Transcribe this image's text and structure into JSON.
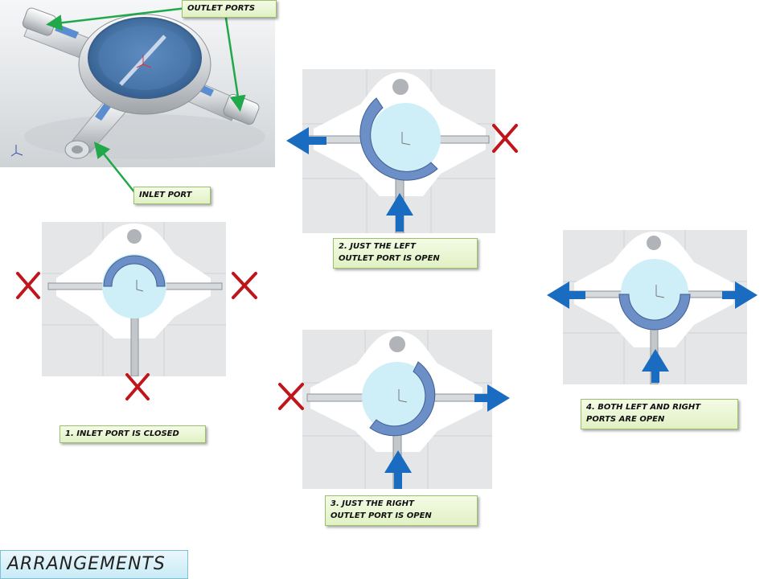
{
  "labels": {
    "outlet_ports": "OUTLET PORTS",
    "inlet_port": "INLET PORT",
    "state1": "1. INLET PORT IS CLOSED",
    "state2": "2. JUST THE LEFT\nOUTLET PORT IS OPEN",
    "state3": "3. JUST THE RIGHT\nOUTLET PORT IS OPEN",
    "state4": "4. BOTH LEFT AND RIGHT\nPORTS ARE OPEN",
    "title": "ARRANGEMENTS"
  },
  "colors": {
    "flow_arrow": "#1a6cc0",
    "closed_mark": "#c0151b",
    "leader_line": "#21a84a",
    "chamber": "#cfeff8",
    "valve": "#6b8fc6",
    "callout_bg": "#e6f4cf",
    "title_bg": "#d6f0f8"
  },
  "icons": {
    "open_port": "arrow-icon",
    "closed_port": "x-mark-icon",
    "hole": "mounting-hole-icon"
  }
}
